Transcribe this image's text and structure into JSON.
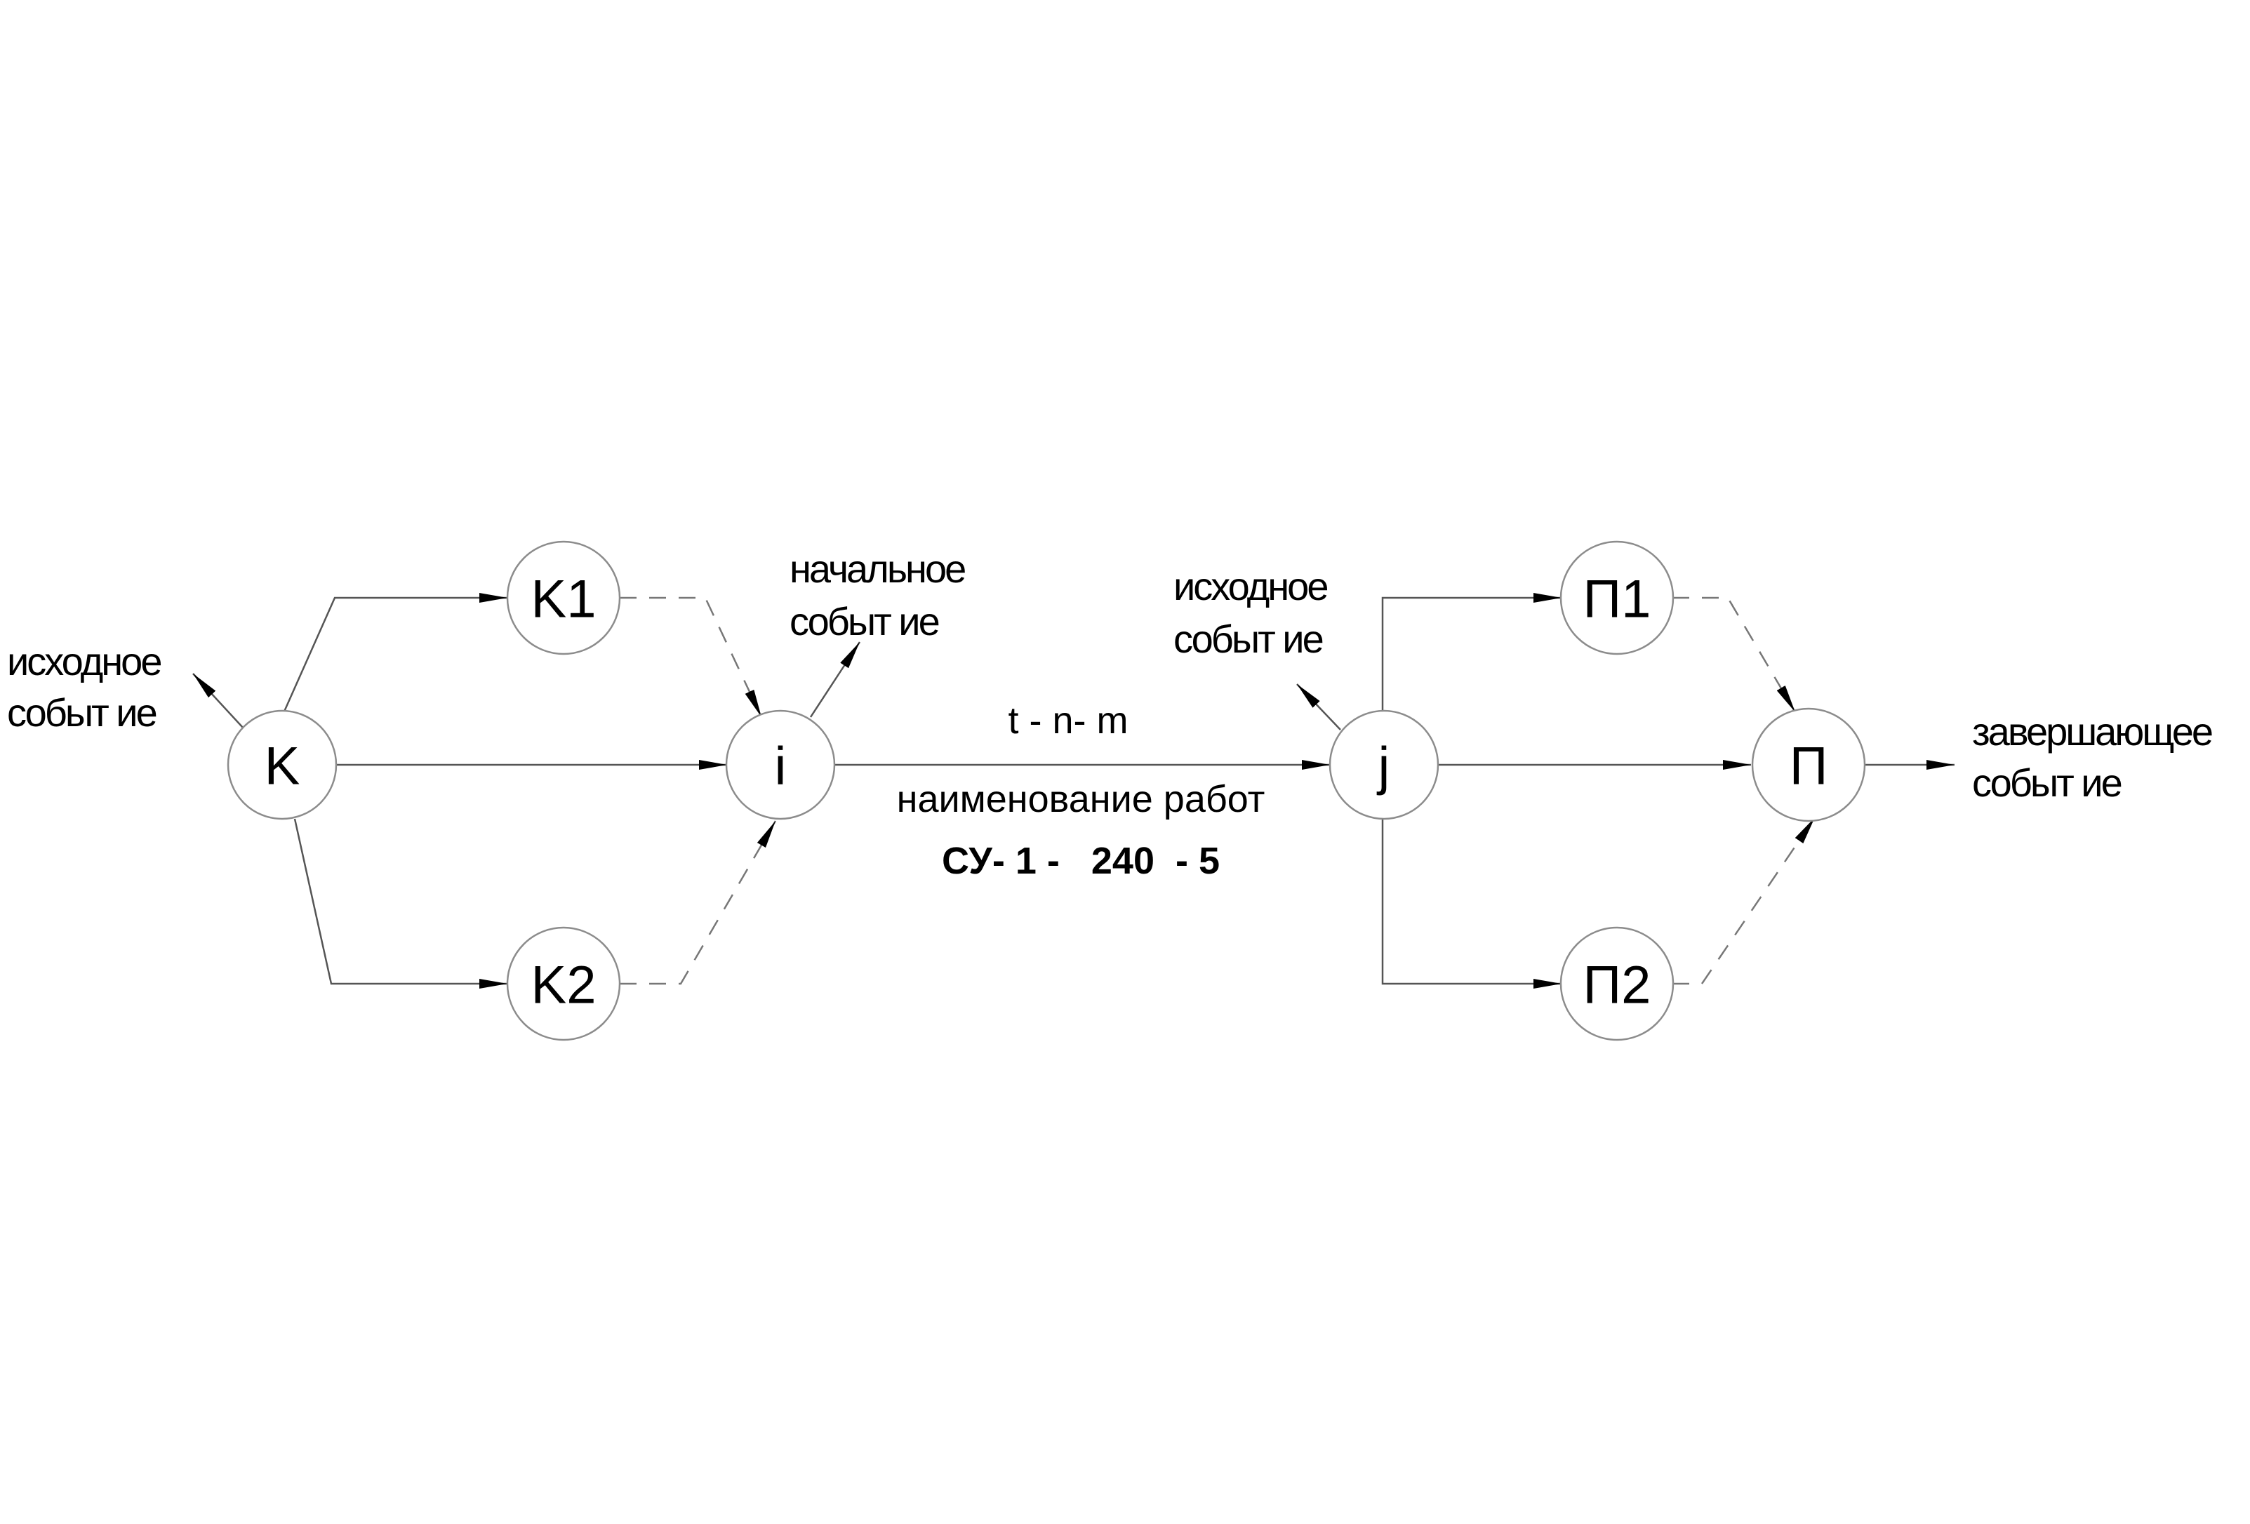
{
  "nodes": {
    "K": "K",
    "K1": "K1",
    "K2": "K2",
    "i": "i",
    "j": "j",
    "P1": "П1",
    "P2": "П2",
    "P": "П"
  },
  "annotations": {
    "left_initial": [
      "исходное",
      "событ ие"
    ],
    "start_event": [
      "начальное",
      "событ ие"
    ],
    "right_initial": [
      "исходное",
      "событ ие"
    ],
    "final_event": [
      "завершающее",
      "событ ие"
    ]
  },
  "activity": {
    "duration": "t - n- m",
    "name": "наименование  работ",
    "code": "СУ- 1 -   240  - 5"
  }
}
